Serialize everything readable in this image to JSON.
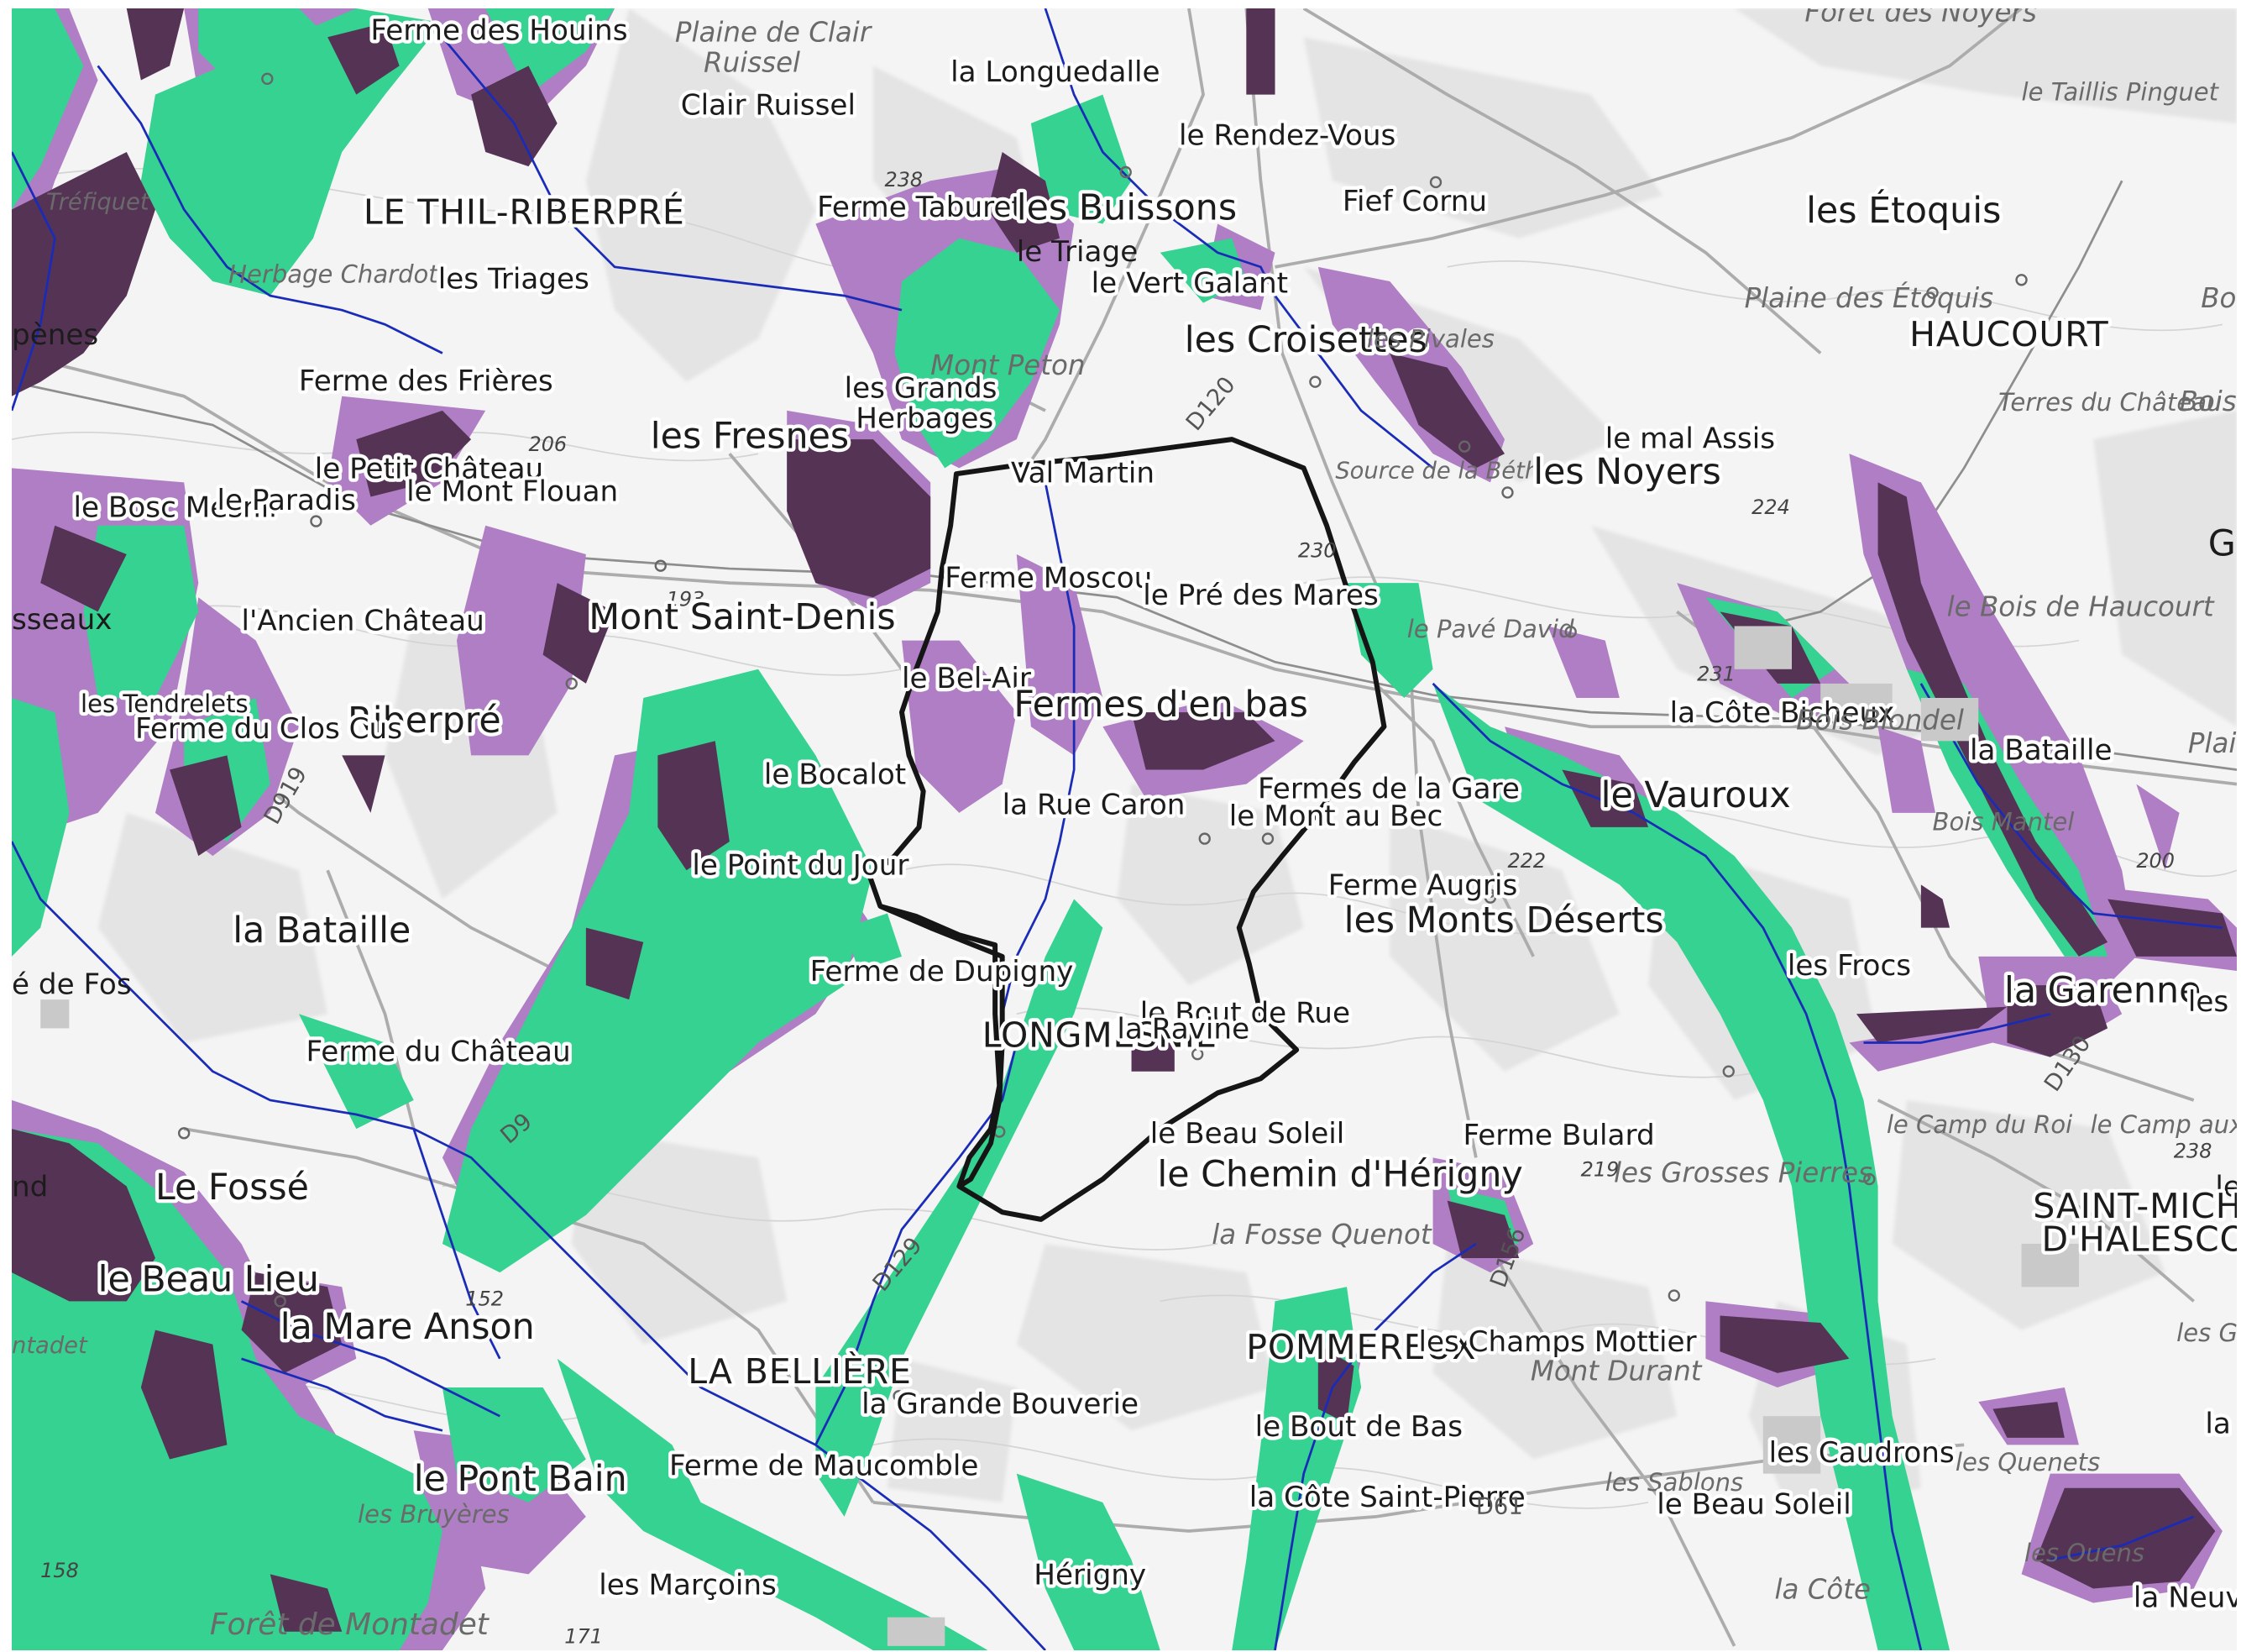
{
  "map": {
    "colors": {
      "background": "#f3f3f3",
      "relief": "#e3e3e3",
      "zone_green": "#35d291",
      "zone_purple": "#553355",
      "zone_lilac": "#b07ec4",
      "river": "#1a2bb8",
      "road": "#a9a9a9",
      "railway": "#8a8a8a",
      "boundary": "#151515"
    },
    "labels": {
      "ferme_des_houins": "Ferme des Houins",
      "plaine_de_clair_ruissel_1": "Plaine de Clair",
      "plaine_de_clair_ruissel_2": "Ruissel",
      "clair_ruissel": "Clair Ruissel",
      "la_longuedalle": "la Longuedalle",
      "le_rendez_vous": "le Rendez-Vous",
      "foret_des_noyers": "Forêt des Noyers",
      "le_taillis_pinguet": "le Taillis Pinguet",
      "trefiquet": "Tréfiquet",
      "le_thil_riberpre": "LE THIL-RIBERPRÉ",
      "elev_238_top": "238",
      "ferme_taburet": "Ferme Taburet",
      "les_buissons": "les Buissons",
      "fief_cornu": "Fief Cornu",
      "les_etoquis": "les Étoquis",
      "le_triage": "le Triage",
      "herbage_chardot": "Herbage Chardot",
      "les_triages": "les Triages",
      "le_vert_galant": "le Vert Galant",
      "plaine_des_etoquis": "Plaine des Étoquis",
      "bois_right_top": "Bois d",
      "penes": "pènes",
      "les_croisettes": "les Croisettes",
      "les_pivales": "les Pivales",
      "haucourt": "HAUCOURT",
      "mont_peton": "Mont Peton",
      "ferme_des_frieres": "Ferme des Frières",
      "les_grands": "les Grands",
      "herbages": "Herbages",
      "d120": "D120",
      "terres_du_chateau": "Terres du Château",
      "bois_right_2": "Bois de",
      "les_fresnes": "les Fresnes",
      "elev_206": "206",
      "le_mal_assis": "le mal Assis",
      "le_petit_chateau": "le Petit Château",
      "val_martin": "Val Martin",
      "source_bethune": "Source de la Béthune",
      "les_noyers": "les Noyers",
      "le_bosc_mesnil": "le Bosc Mesnil",
      "le_paradis": "le Paradis",
      "le_mont_flouan": "le Mont Flouan",
      "elev_224": "224",
      "elev_230": "230",
      "ge_right": "Gé",
      "elev_193": "193",
      "ferme_moscou": "Ferme Moscou",
      "le_pre_des_mares": "le Pré des Mares",
      "le_bois_de_haucourt": "le Bois de Haucourt",
      "sseaux": "sseaux",
      "l_ancien_chateau": "l'Ancien Château",
      "mont_saint_denis": "Mont Saint-Denis",
      "le_pave_david": "le Pavé David",
      "elev_231": "231",
      "le_bel_air": "le Bel-Air",
      "fermes_d_en_bas": "Fermes d'en bas",
      "la_cote_bicheux": "la Côte Bicheux",
      "bois_blondel": "Bois Blondel",
      "les_tendrelets": "les Tendrelets",
      "riberpre": "Riberpré",
      "ferme_du_clos_cus": "Ferme du Clos Cus",
      "la_bataille_right": "la Bataille",
      "plaine_right": "Plaine",
      "d919": "D919",
      "le_bocalot": "le Bocalot",
      "fermes_de_la_gare": "Fermes de la Gare",
      "le_vauroux": "le Vauroux",
      "la_rue_caron": "la Rue Caron",
      "le_mont_au_bec": "le Mont au Bec",
      "bois_mantel": "Bois Mantel",
      "elev_222": "222",
      "le_point_du_jour": "le Point du Jour",
      "ferme_augris": "Ferme Augris",
      "elev_200": "200",
      "la_bataille_left": "la Bataille",
      "les_monts_deserts": "les Monts Déserts",
      "ferme_de_dupigny": "Ferme de Dupigny",
      "les_frocs": "les Frocs",
      "de_fos": "é de Fos",
      "la_garenne": "la Garenne",
      "les_nor": "les Nor",
      "le_bout_de_rue": "le Bout de Rue",
      "longmesnil": "LONGMESNIL",
      "la_ravine": "la Ravine",
      "ferme_du_chateau": "Ferme du Château",
      "d130": "D130",
      "le_camp_du_roi": "le Camp du Roi",
      "le_camp_aux_lievres": "le Camp aux Lièvres",
      "elev_238_right": "238",
      "d9": "D9",
      "le_beau_soleil_center": "le Beau Soleil",
      "ferme_bulard": "Ferme Bulard",
      "nd_left": "nd",
      "le_fosse": "Le Fossé",
      "le_chemin_d_herigny": "le Chemin d'Hérigny",
      "elev_219": "219",
      "les_grosses_pierres": "les Grosses Pierres",
      "les_right": "les",
      "saint_michel_1": "SAINT-MICHEL-",
      "saint_michel_2": "D'HALESCOURT",
      "la_fosse_quenot": "la Fosse Quenot",
      "le_beau_lieu": "le Beau Lieu",
      "d129": "D129",
      "d156": "D156",
      "elev_152": "152",
      "la_mare_anson": "la Mare Anson",
      "ntadet": "ntadet",
      "pommereux": "POMMEREUX",
      "les_champs_mottier": "les Champs Mottier",
      "les_grands_right": "les Grand",
      "mont_durant": "Mont Durant",
      "la_belliere": "LA BELLIÈRE",
      "la_grande_bouverie": "la Grande Bouverie",
      "le_bout_de_bas": "le Bout de Bas",
      "la_m_right": "la M",
      "les_caudrons": "les Caudrons",
      "les_quenets": "les Quenets",
      "ferme_de_maucomble": "Ferme de Maucomble",
      "le_pont_bain": "le Pont Bain",
      "les_sablons": "les Sablons",
      "la_cote_saint_pierre": "la Côte Saint-Pierre",
      "d61": "D61",
      "le_beau_soleil_right": "le Beau Soleil",
      "les_bruyeres": "les Bruyères",
      "elev_158": "158",
      "les_ouens": "les Ouens",
      "herigny": "Hérigny",
      "les_marcoins": "les Marçoins",
      "la_cote": "la Côte",
      "la_neuville": "la Neuville",
      "foret_de_montadet": "Forêt de Montadet",
      "elev_171": "171"
    }
  }
}
